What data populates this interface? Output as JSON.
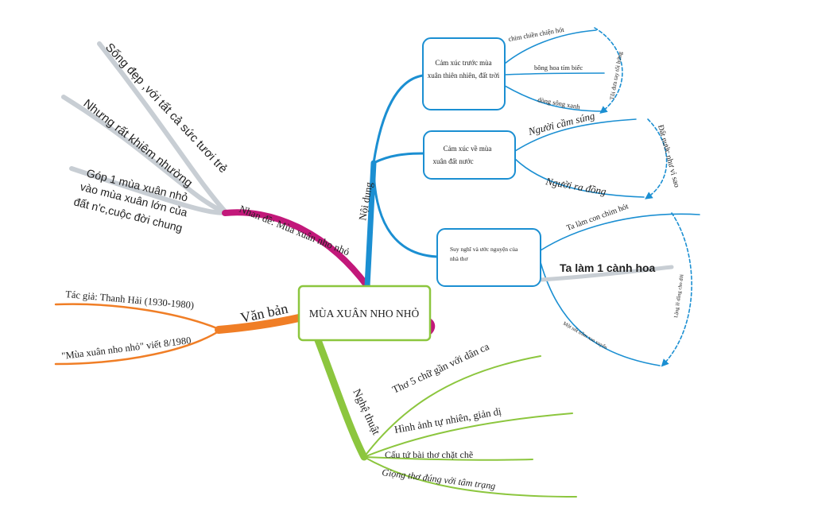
{
  "central": {
    "title": "MÙA XUÂN NHO NHỎ"
  },
  "branches": {
    "van_ban": {
      "label": "Văn bản",
      "items": [
        "Tác giả: Thanh Hải (1930-1980)",
        "\"Mùa xuân nho nhỏ\" viết 8/1980"
      ]
    },
    "nhan_de": {
      "label": "Nhan đề: Mùa xuân nho nhỏ",
      "items": [
        "Sống đẹp ,với tất cả sức tươi trẻ",
        "Nhưng rất khiêm nhường",
        "Góp 1 mùa xuân nhỏ",
        "vào mùa xuân lớn của",
        "đất n'c,cuộc đời chung"
      ]
    },
    "noi_dung": {
      "label": "Nội dung",
      "box1": {
        "lines": [
          "Cảm xúc trước mùa",
          "xuân thiên nhiên, đất trời"
        ],
        "items": [
          "chim chiền chiện hót",
          "bông hoa tím biếc",
          "dòng sông xanh"
        ],
        "side": "Tôi đưa tay tôi hứng"
      },
      "box2": {
        "lines": [
          "Cảm xúc về mùa",
          "xuân đất nước"
        ],
        "items": [
          "Người cầm súng",
          "Người ra đồng"
        ],
        "side": "Đất nước như vì sao"
      },
      "box3": {
        "lines": [
          "Suy nghĩ và ước nguyện của",
          "nhà thơ"
        ],
        "items": [
          "Ta làm con chim hót",
          "Ta làm 1 cành hoa",
          "Một nốt trầm xao xuyến"
        ],
        "side": "Lặng lẽ dâng cho đời"
      }
    },
    "nghe_thuat": {
      "label": "Nghệ thuật",
      "items": [
        "Thơ 5 chữ gần với dân ca",
        "Hình ảnh tự nhiên, giản dị",
        "Cấu tứ bài thơ chặt chẽ",
        "Giọng thơ đúng với tâm trạng"
      ]
    }
  },
  "colors": {
    "blue": "#1b8fd2",
    "green": "#8cc63e",
    "orange": "#f07e26",
    "magenta": "#c2187a",
    "gray": "#c8ced4",
    "center_border": "#8cc63e"
  }
}
